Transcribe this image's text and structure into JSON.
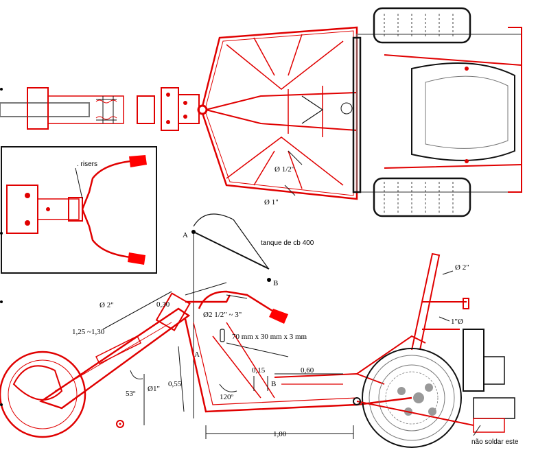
{
  "labels": {
    "risers": ". risers",
    "dia_half": "Ø 1/2\"",
    "dia_one_top": "Ø 1\"",
    "point_a": "A",
    "point_b": "B",
    "tank": "tanque de cb 400",
    "dia_two_right": "Ø 2\"",
    "dia_one_right": "1\"Ø",
    "dia_two_left": "Ø 2\"",
    "dim_030": "0,30",
    "dim_125_130": "1,25 ~1,30",
    "dia_handlebar": "Ø2 1/2\" ~ 3\"",
    "plate": "70 mm x 30 mm x 3 mm",
    "point_a_small": "A",
    "dim_015": "0,15",
    "dim_060": "0,60",
    "point_b_small": "B",
    "angle_53": "53º",
    "dia_one_fork": "Ø1\"",
    "dim_055": "0,55",
    "angle_120": "120º",
    "dim_100": "1,00",
    "no_weld": "não soldar este"
  },
  "colors": {
    "frame": "#e00000",
    "ink": "#111111",
    "accent_red": "#ff0000"
  }
}
